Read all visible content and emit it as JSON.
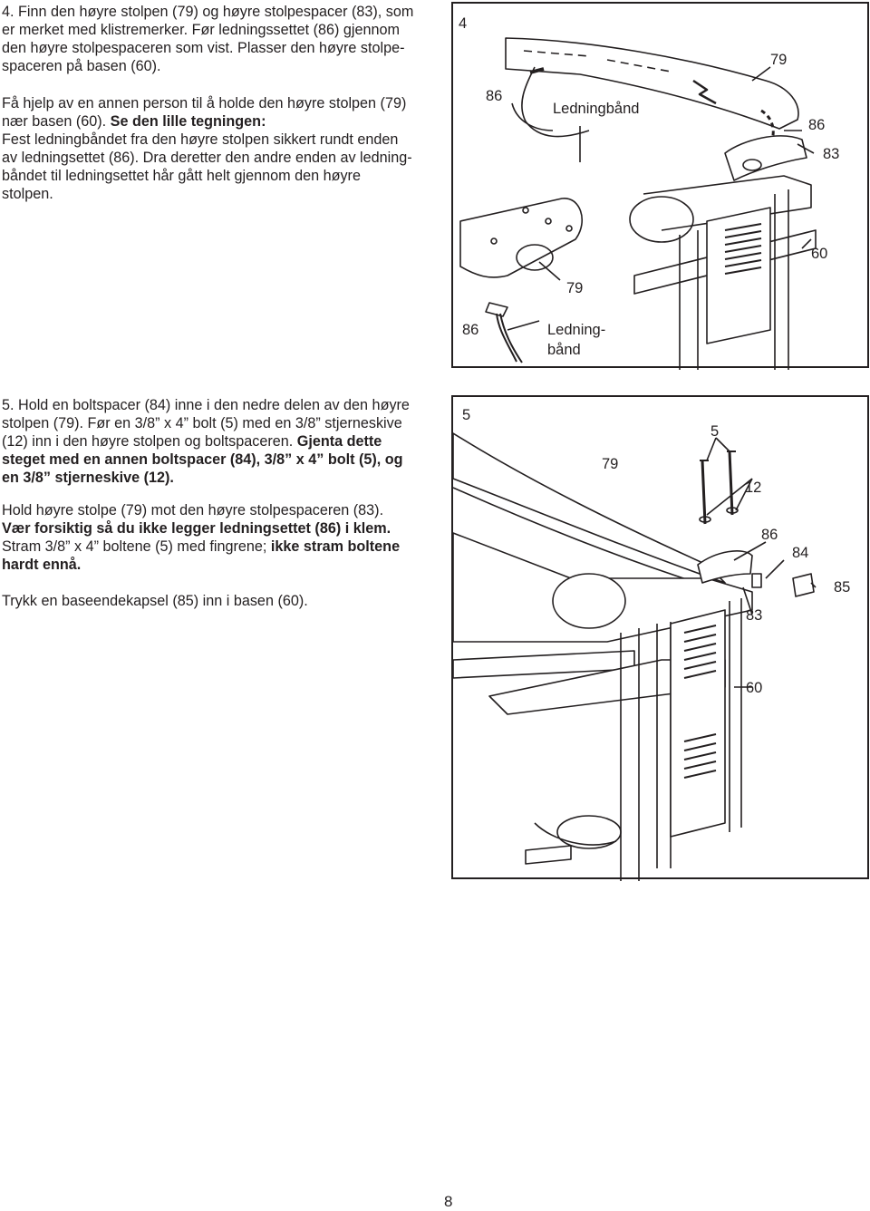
{
  "step4": {
    "para1": "4. Finn den høyre stolpen (79) og høyre stolpespacer (83), som er merket med klistremerker. Før ledningssettet (86) gjennom den høyre stolpespaceren som vist. Plasser den høyre stolpe-spaceren på basen (60).",
    "para1_lines": [
      "4. Finn den høyre stolpen (79) og høyre stolpespacer (83), som",
      "er merket med klistremerker. Før ledningssettet (86) gjennom",
      "den høyre stolpespaceren som vist. Plasser den høyre stolpe-",
      "spaceren på basen (60)."
    ],
    "para2_lines": [
      "Få hjelp av en annen person til å holde den høyre stolpen (79)",
      "nær basen (60). "
    ],
    "para2_bold": "Se den lille tegningen:",
    "para2_rest_lines": [
      "Fest ledningbåndet fra den høyre stolpen sikkert rundt enden",
      "av ledningsettet (86). Dra deretter den andre enden av ledning-",
      "båndet til ledningsettet hår gått helt gjennom den høyre",
      "stolpen."
    ],
    "figure": {
      "step_number": "4",
      "labels": {
        "l79_top": "79",
        "l86_top": "86",
        "ledningband": "Ledningbånd",
        "l86_right": "86",
        "l83": "83",
        "l60": "60",
        "l79_inset": "79",
        "l86_inset": "86",
        "ledning_inset_1": "Ledning-",
        "ledning_inset_2": "bånd"
      }
    }
  },
  "step5": {
    "para1_lines": [
      "5. Hold en boltspacer (84) inne i den nedre delen av den høyre",
      "stolpen (79). Før en 3/8” x 4” bolt (5) med en 3/8” stjerneskive",
      "(12) inn i den høyre stolpen og boltspaceren."
    ],
    "para1_bold_lines": [
      "Gjenta dette",
      "steget med en annen boltspacer (84), 3/8” x 4” bolt (5), og",
      "en 3/8” stjerneskive (12)."
    ],
    "para2_line1": "Hold høyre stolpe (79) mot den høyre stolpespaceren (83).",
    "para2_bold": "Vær forsiktig så du ikke legger ledningsettet (86) i klem.",
    "para2_line3": "Stram 3/8” x 4” boltene (5) med fingrene;",
    "para2_line3_bold": "ikke stram boltene",
    "para2_line4_bold": "hardt ennå.",
    "para3": "Trykk en baseendekapsel (85) inn i basen (60).",
    "figure": {
      "step_number": "5",
      "labels": {
        "l5": "5",
        "l79": "79",
        "l12": "12",
        "l86": "86",
        "l84": "84",
        "l85": "85",
        "l83": "83",
        "l60": "60"
      }
    }
  },
  "page_number": "8"
}
